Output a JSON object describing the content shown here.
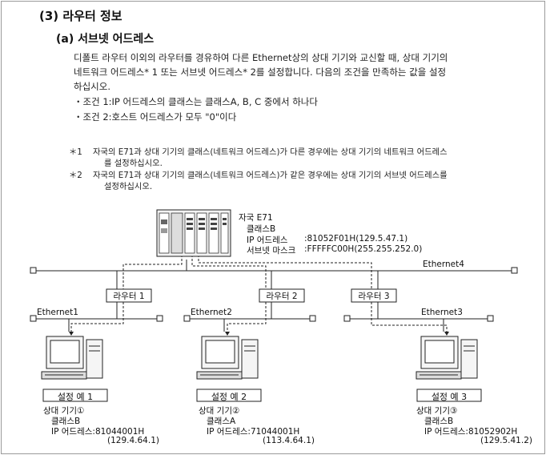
{
  "section_title": "(3) 라우터 정보",
  "sub_title": "(a) 서브넷 어드레스",
  "body_lines": [
    "디폴트 라우터 이외의 라우터를 경유하여 다른 Ethernet상의 상대 기기와 교신할 때, 상대 기기의",
    "네트워크 어드레스* 1 또는 서브넷 어드레스* 2를 설정합니다. 다음의 조건을 만족하는 값을 설정",
    "하십시오."
  ],
  "conditions": [
    "・조건 1:IP 어드레스의 클래스는 클래스A, B, C 중에서 하나다",
    "・조건 2:호스트 어드레스가 모두 \"0\"이다"
  ],
  "footnotes": [
    {
      "mark": "＊1",
      "lines": [
        "자국의 E71과 상대 기기의 클래스(네트워크 어드레스)가 다른 경우에는 상대 기기의 네트워크 어드레스",
        "를 설정하십시오."
      ]
    },
    {
      "mark": "＊2",
      "lines": [
        "자국의 E71과 상대 기기의 클래스(네트워크 어드레스)가 같은 경우에는 상대 기기의 서브넷 어드레스를",
        "설정하십시오."
      ]
    }
  ],
  "station": {
    "name": "자국 E71",
    "class": "클래스B",
    "ip_label": "IP 어드레스",
    "ip_value": ":81052F01H(129.5.47.1)",
    "mask_label": "서브넷 마스크",
    "mask_value": ":FFFFFC00H(255.255.252.0)"
  },
  "networks": {
    "ethernet1": "Ethernet1",
    "ethernet2": "Ethernet2",
    "ethernet3": "Ethernet3",
    "ethernet4": "Ethernet4"
  },
  "routers": [
    "라우터 1",
    "라우터 2",
    "라우터 3"
  ],
  "examples": [
    {
      "label": "설정 예 1",
      "device": "상대 기기①",
      "class": "클래스B",
      "ip": "IP 어드레스:81044001H",
      "dotted": "(129.4.64.1)"
    },
    {
      "label": "설정 예 2",
      "device": "상대 기기②",
      "class": "클래스A",
      "ip": "IP 어드레스:71044001H",
      "dotted": "(113.4.64.1)"
    },
    {
      "label": "설정 예 3",
      "device": "상대 기기③",
      "class": "클래스B",
      "ip": "IP 어드레스:81052902H",
      "dotted": "(129.5.41.2)"
    }
  ],
  "colors": {
    "line": "#222222",
    "text": "#111111"
  }
}
